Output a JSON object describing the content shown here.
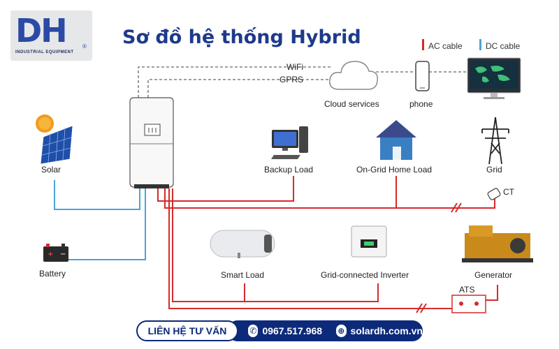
{
  "title": "Sơ đồ hệ thống Hybrid",
  "logo": {
    "letters": "DH",
    "subtitle": "INDUSTRIAL EQUIPMENT",
    "registered": "®"
  },
  "legend": {
    "ac": "AC cable",
    "dc": "DC cable",
    "ac_color": "#d42b2b",
    "dc_color": "#4aa3d8"
  },
  "links": {
    "wifi": "WiFi",
    "gprs": "GPRS"
  },
  "nodes": {
    "cloud": "Cloud services",
    "phone": "phone",
    "solar": "Solar",
    "battery": "Battery",
    "backup": "Backup Load",
    "home": "On-Grid Home Load",
    "grid": "Grid",
    "ct": "CT",
    "smart": "Smart Load",
    "gridinv": "Grid-connected Inverter",
    "generator": "Generator",
    "ats": "ATS"
  },
  "footer": {
    "contact": "LIÊN HỆ TƯ VẤN",
    "phone": "0967.517.968",
    "website": "solardh.com.vn"
  }
}
